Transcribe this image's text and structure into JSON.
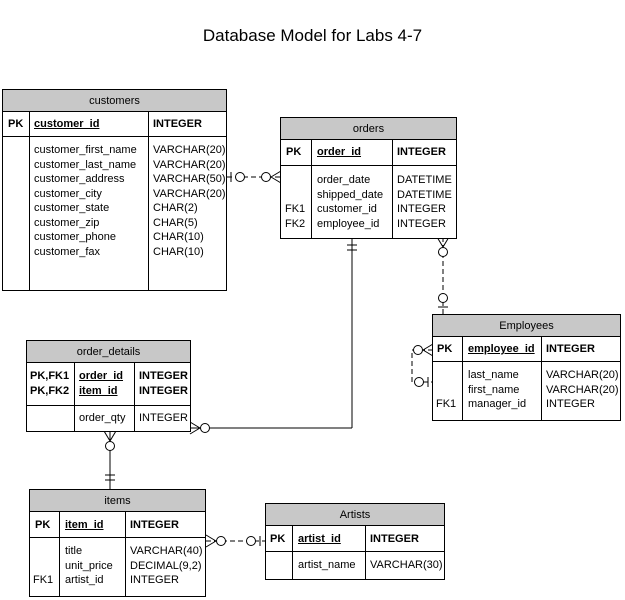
{
  "title": "Database Model for Labs 4-7",
  "customers": {
    "name": "customers",
    "pk_key": "PK",
    "pk_field": "customer_id",
    "pk_type": "INTEGER",
    "keys": "",
    "fields": "customer_first_name\ncustomer_last_name\ncustomer_address\ncustomer_city\ncustomer_state\ncustomer_zip\ncustomer_phone\ncustomer_fax",
    "types": "VARCHAR(20)\nVARCHAR(20)\nVARCHAR(50)\nVARCHAR(20)\nCHAR(2)\nCHAR(5)\nCHAR(10)\nCHAR(10)"
  },
  "orders": {
    "name": "orders",
    "pk_key": "PK",
    "pk_field": "order_id",
    "pk_type": "INTEGER",
    "keys": "\n\nFK1\nFK2",
    "fields": "order_date\nshipped_date\ncustomer_id\nemployee_id",
    "types": "DATETIME\nDATETIME\nINTEGER\nINTEGER"
  },
  "employees": {
    "name": "Employees",
    "pk_key": "PK",
    "pk_field": "employee_id",
    "pk_type": "INTEGER",
    "keys": "\n\nFK1",
    "fields": "last_name\nfirst_name\nmanager_id",
    "types": "VARCHAR(20)\nVARCHAR(20)\nINTEGER"
  },
  "order_details": {
    "name": "order_details",
    "pk_keys": "PK,FK1\nPK,FK2",
    "pk_fields": "order_id\nitem_id",
    "pk_types": "INTEGER\nINTEGER",
    "keys": "",
    "fields": "order_qty",
    "types": "INTEGER"
  },
  "items": {
    "name": "items",
    "pk_key": "PK",
    "pk_field": "item_id",
    "pk_type": "INTEGER",
    "keys": "\n\nFK1",
    "fields": "title\nunit_price\nartist_id",
    "types": "VARCHAR(40)\nDECIMAL(9,2)\nINTEGER"
  },
  "artists": {
    "name": "Artists",
    "pk_key": "PK",
    "pk_field": "artist_id",
    "pk_type": "INTEGER",
    "keys": "",
    "fields": "artist_name",
    "types": "VARCHAR(30)"
  }
}
